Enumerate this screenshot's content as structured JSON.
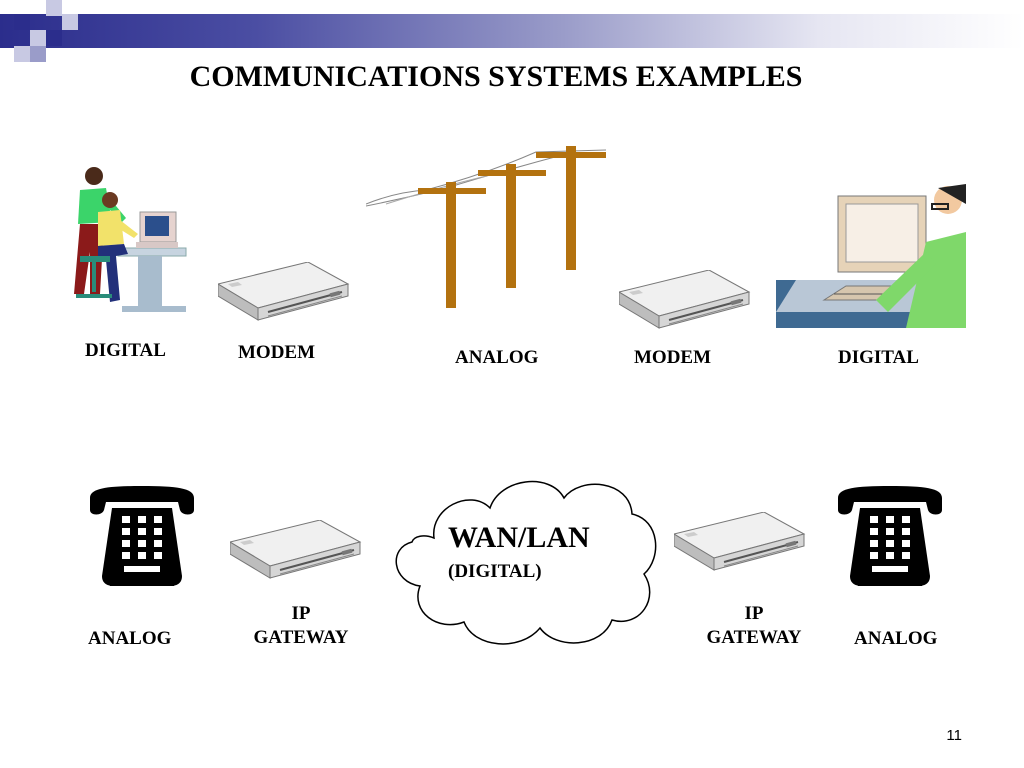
{
  "slide": {
    "title": "COMMUNICATIONS SYSTEMS EXAMPLES",
    "page_number": "11",
    "accent_color": "#2b2d8c"
  },
  "top_row": {
    "labels": [
      "DIGITAL",
      "MODEM",
      "ANALOG",
      "MODEM",
      "DIGITAL"
    ]
  },
  "bottom_row": {
    "left_phone_label": "ANALOG",
    "left_gateway_label": [
      "IP",
      "GATEWAY"
    ],
    "cloud_title": "WAN/LAN",
    "cloud_subtitle": "(DIGITAL)",
    "right_gateway_label": [
      "IP",
      "GATEWAY"
    ],
    "right_phone_label": "ANALOG"
  },
  "icons": [
    "people-at-computer-icon",
    "modem-icon",
    "telephone-poles-icon",
    "man-at-computer-icon",
    "telephone-icon",
    "ip-gateway-icon",
    "network-cloud-icon"
  ]
}
